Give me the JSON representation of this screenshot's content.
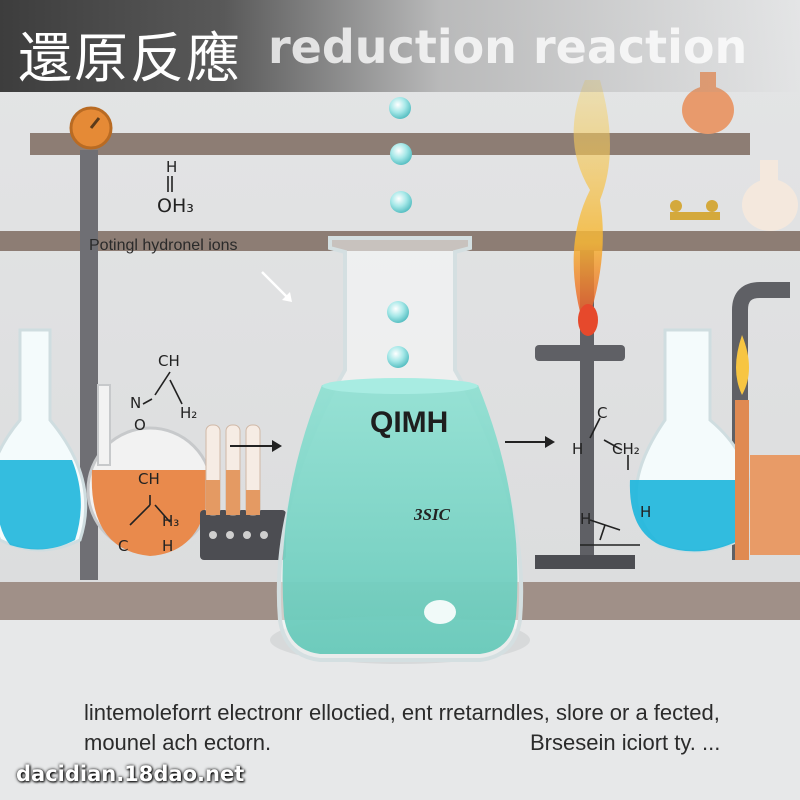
{
  "title": {
    "chinese": "還原反應",
    "english": "reduction reaction"
  },
  "labels": {
    "molecule_oh": "OH₃",
    "molecule_oh_h": "H",
    "ions_label": "Potingl hydronel ions",
    "flask_formula": "QIMH",
    "flask_code": "3SIC"
  },
  "molecules": {
    "left_ch": "CH",
    "left_n": "N",
    "left_o": "O",
    "left_h2": "H₂",
    "orange_ch": "CH",
    "orange_h3": "H₃",
    "orange_c": "C",
    "orange_h": "H",
    "right_c": "C",
    "right_h": "H",
    "right_ch2": "CH₂",
    "right_h2": "H",
    "right_ch3": "H"
  },
  "caption": {
    "line1": "lintemoleforrt electronr elloctied, ent rretarndles, slore or a fected,",
    "line2": "mounel ach ectorn.",
    "line3": "Brsesein iciort ty.  ..."
  },
  "watermark": "dacidian.18dao.net",
  "colors": {
    "title_bar_dark": "#3d3d3d",
    "shelf": "#8a7a70",
    "wall": "#e6e7e8",
    "flask_liquid": "#7fd6c8",
    "blue_liquid": "#1fb6dc",
    "orange_liquid": "#e98a4c",
    "flame": "#f2c12e"
  }
}
